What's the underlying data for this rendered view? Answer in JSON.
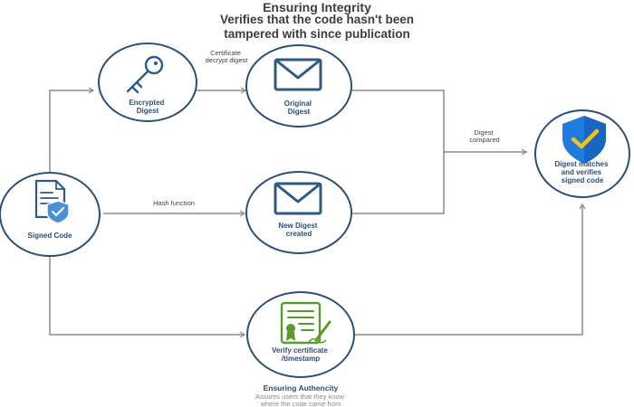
{
  "title": {
    "line1": "Ensuring Integrity",
    "line2": "Verifies that the code hasn't been",
    "line3": "tampered with since publication"
  },
  "nodes": {
    "signed_code": "Signed Code",
    "encrypted_digest": [
      "Encrypted",
      "Digest"
    ],
    "original_digest": [
      "Original",
      "Digest"
    ],
    "new_digest": [
      "New Digest",
      "created"
    ],
    "verify_certificate": [
      "Verify certificate",
      "/timestamp"
    ],
    "digest_matches": [
      "Digest matches",
      "and verifies",
      "signed code"
    ]
  },
  "edges": {
    "certificate_decrypt": [
      "Certificate",
      "decrypt digest"
    ],
    "hash_function": "Hash function",
    "digest_compared": [
      "Digest",
      "compared"
    ]
  },
  "footer": {
    "title": "Ensuring Authencity",
    "subtitle": [
      "Assures users that they know",
      "where the code came from"
    ]
  },
  "colors": {
    "circle_stroke": "#2b4f78",
    "connector": "#8c8c8c",
    "icon_blue": "#2d5b86",
    "cert_green": "#5a9a2c",
    "shield_blue": "#1f7be0",
    "check_yellow": "#f0c419"
  }
}
